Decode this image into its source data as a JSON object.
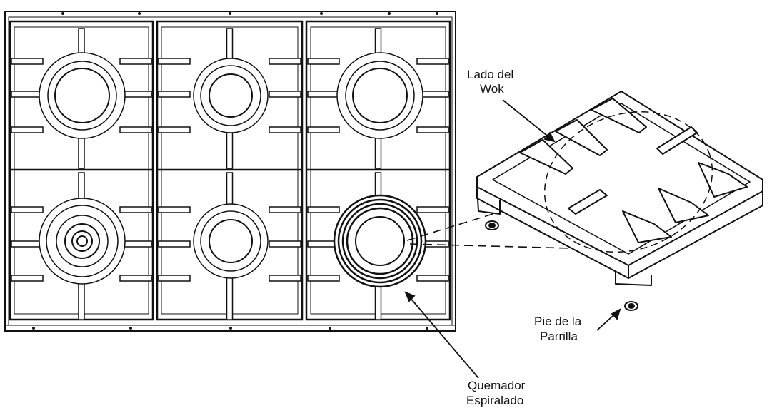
{
  "diagram": {
    "labels": {
      "wok_side": [
        "Lado del",
        "Wok"
      ],
      "grate_foot": [
        "Pie de la",
        "Parrilla"
      ],
      "spiral_burner": [
        "Quemador",
        "Espiralado"
      ]
    },
    "colors": {
      "line": "#111111",
      "background": "#ffffff",
      "tray": "#f4f4f4"
    }
  }
}
